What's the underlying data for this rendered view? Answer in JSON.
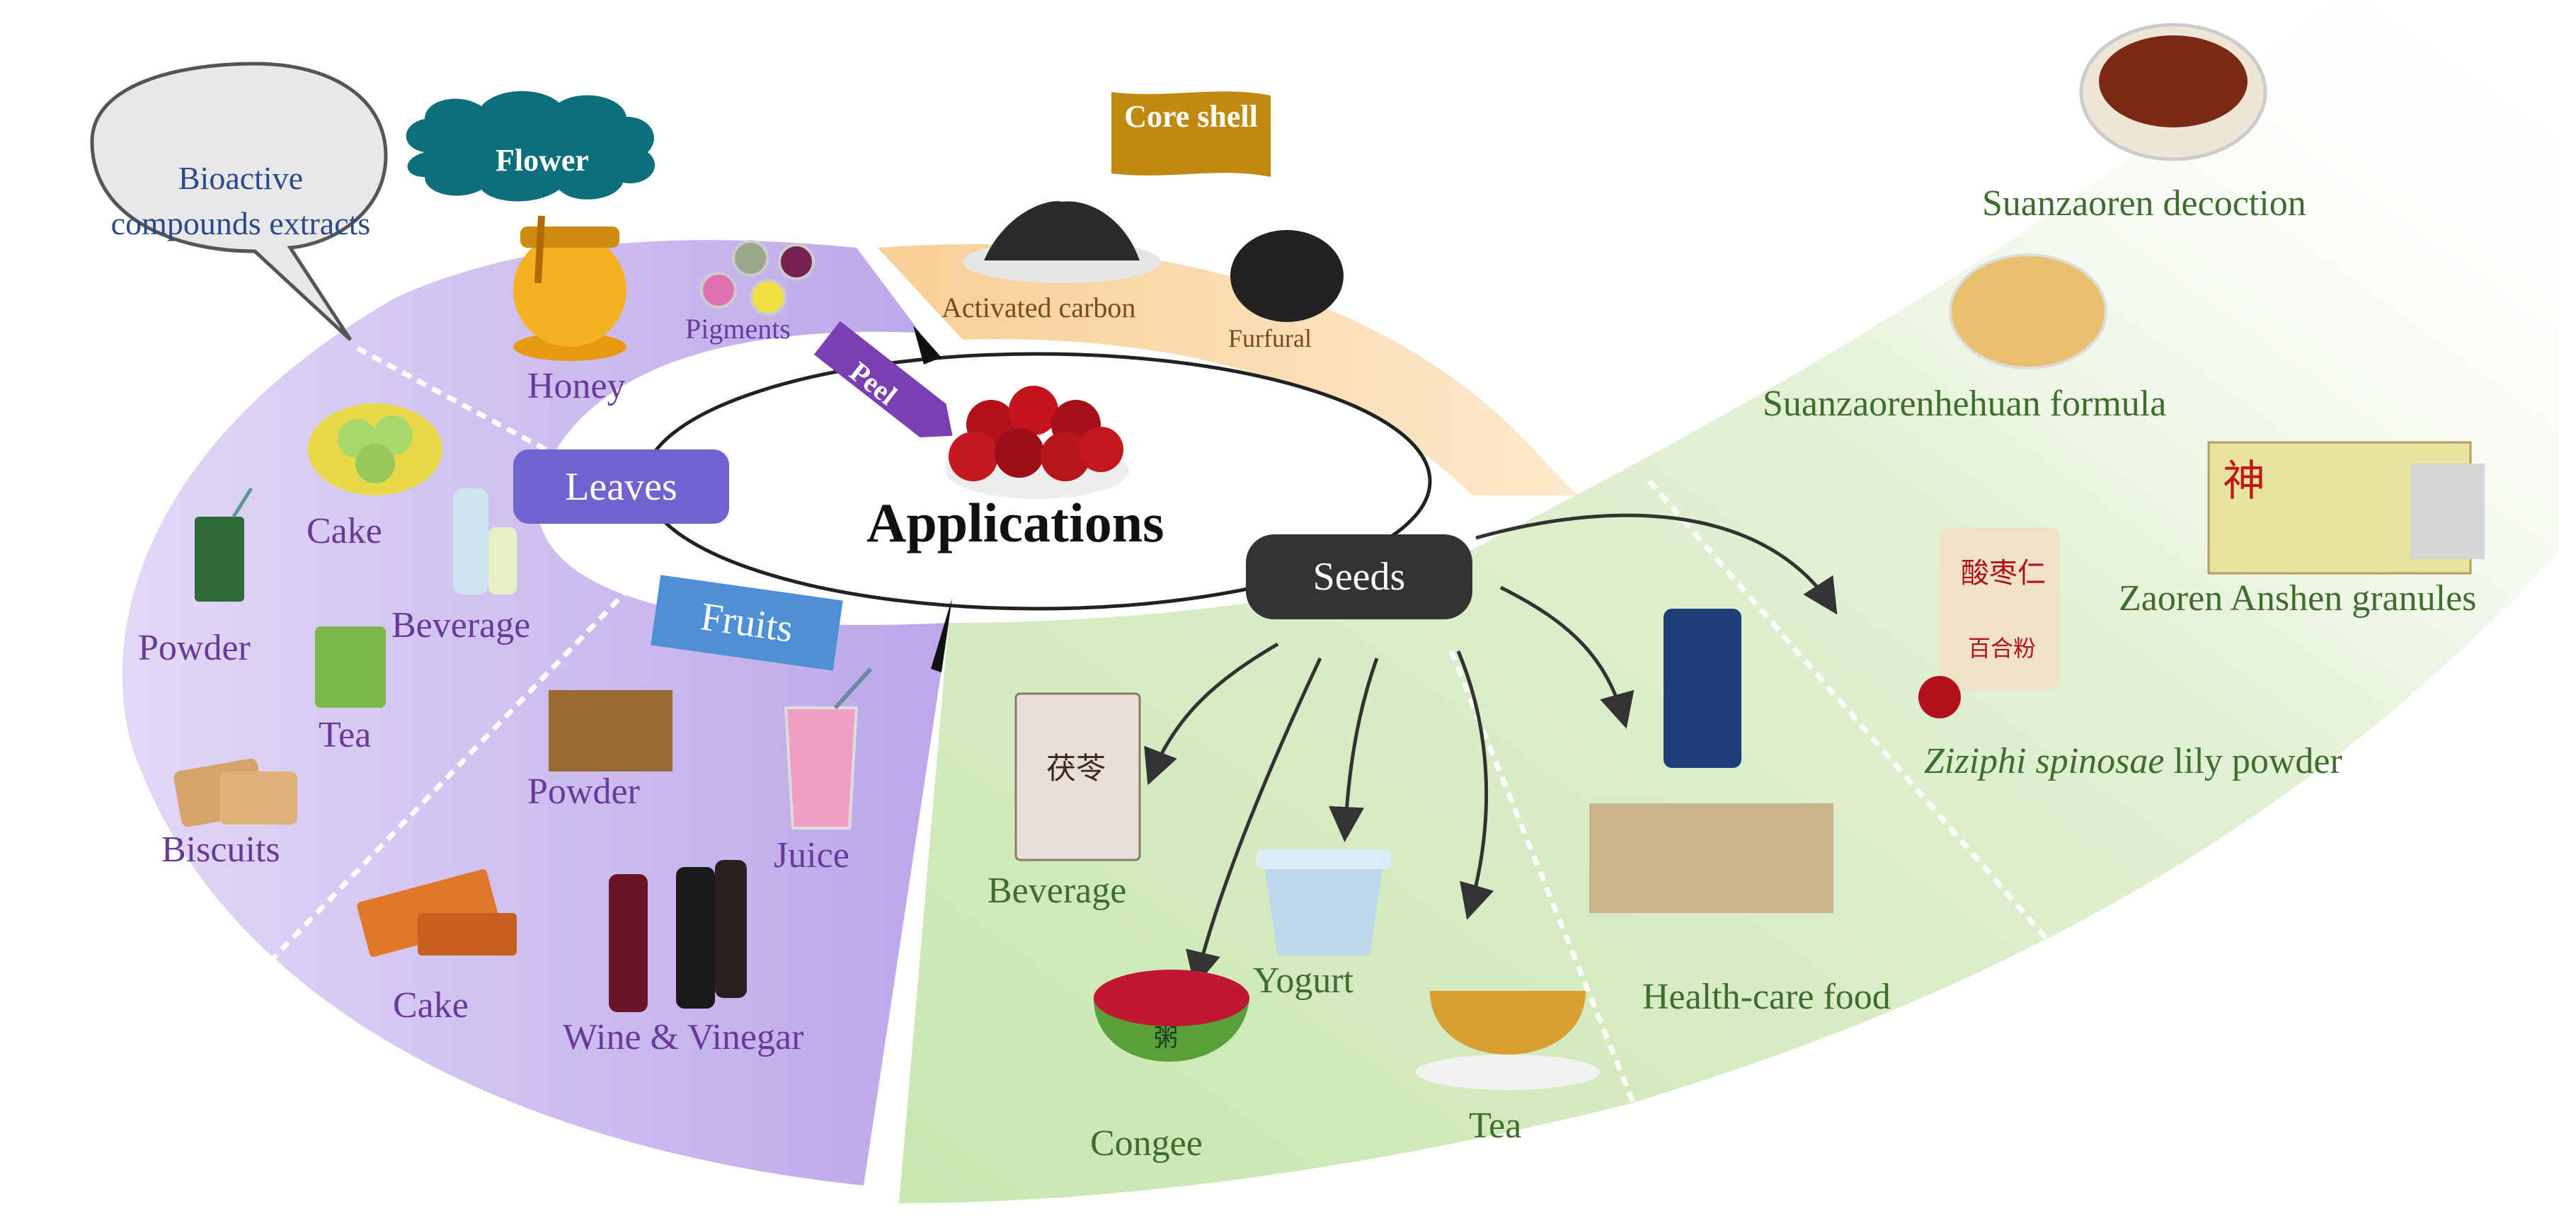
{
  "center": {
    "title": "Applications"
  },
  "sources": {
    "leaves": "Leaves",
    "fruits": "Fruits",
    "seeds": "Seeds",
    "peel": "Peel",
    "flower": "Flower",
    "core_shell": "Core shell",
    "bioactive": "Bioactive compounds extracts"
  },
  "leaves_products": [
    "Cake",
    "Beverage",
    "Powder",
    "Tea",
    "Biscuits"
  ],
  "flower_products": [
    "Honey"
  ],
  "peel_products": [
    "Pigments"
  ],
  "fruits_products": [
    "Powder",
    "Juice",
    "Cake",
    "Wine & Vinegar"
  ],
  "core_shell_products": [
    "Activated carbon",
    "Furfural"
  ],
  "seeds_products": {
    "beverage": "Beverage",
    "congee": "Congee",
    "yogurt": "Yogurt",
    "tea": "Tea",
    "health_care": "Health-care food",
    "lily_powder_italic": "Ziziphi spinosae",
    "lily_powder_rest": " lily powder",
    "granules": "Zaoren Anshen granules",
    "formula": "Suanzaorenhehuan formula",
    "decoction": "Suanzaoren decoction"
  },
  "package_text": {
    "suanzao": "酸枣仁",
    "fuling": "茯苓",
    "baihe": "百合粉",
    "zhou": "粥",
    "shen": "神"
  },
  "colors": {
    "purple_region": "#c9b8ee",
    "green_region": "#d8ecc6",
    "orange_arrow": "#f7c98a",
    "leaves_pill": "#6e63cf",
    "fruits_pill": "#4f8fd6",
    "seeds_pill": "#333333",
    "peel_tag": "#7a3fb0",
    "flower_cloud": "#0e6f7c",
    "core_flag": "#c08a10"
  }
}
